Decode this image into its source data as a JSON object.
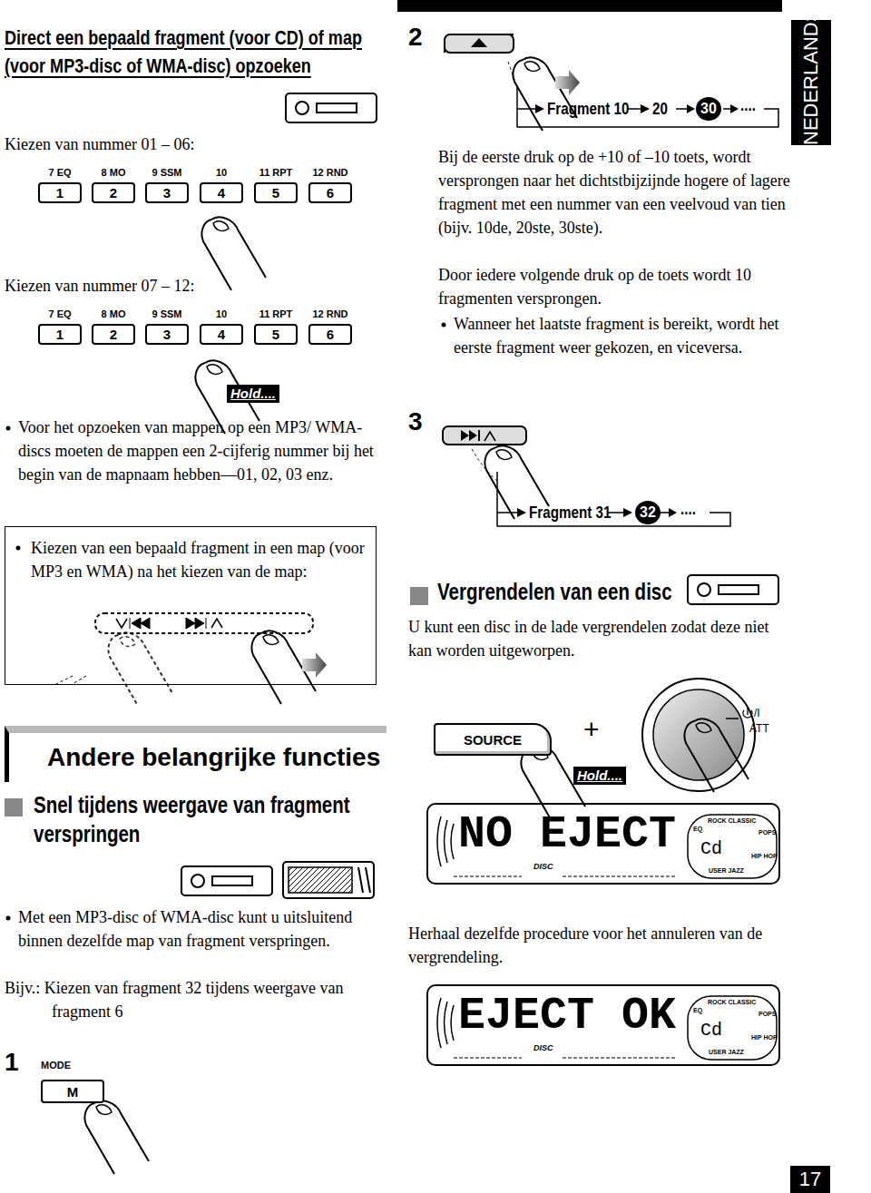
{
  "diagram": {
    "nodes": [
      {
        "text": [
          "1"
        ]
      },
      {
        "text": [
          "2"
        ]
      },
      {
        "text": [
          "3"
        ]
      },
      {
        "text": [
          "4"
        ]
      },
      {
        "text": [
          "5"
        ]
      },
      {
        "text": [
          "6"
        ]
      },
      {
        "text": [
          "1"
        ]
      },
      {
        "text": [
          "2"
        ]
      },
      {
        "text": [
          "3"
        ]
      },
      {
        "text": [
          "4"
        ]
      },
      {
        "text": [
          "5"
        ]
      },
      {
        "text": [
          "6"
        ]
      },
      {
        "text": [
          "Kiezen van een bepaald fragment in een map (voor MP3 en WMA) na het kiezen van de map:"
        ]
      },
      {
        "text": [
          "30"
        ]
      },
      {
        "text": [
          "32"
        ]
      },
      {
        "text": [
          "Andere belangrijke functies"
        ]
      },
      {
        "text": [
          "M"
        ]
      },
      {
        "text": [
          "SOURCE"
        ]
      },
      {
        "text": [
          "NO EJECT"
        ]
      },
      {
        "text": [
          "EJECT OK"
        ]
      }
    ],
    "labels": [
      "Direct een bepaald fragment (voor CD) of map (voor MP3-disc of WMA-disc) opzoeken",
      "Kiezen van nummer 01 – 06:",
      "7 EQ",
      "8 MO",
      "9 SSM",
      "10",
      "11 RPT",
      "12 RND",
      "Kiezen van nummer 07 – 12:",
      "7 EQ",
      "8 MO",
      "9 SSM",
      "10",
      "11 RPT",
      "12 RND",
      "Hold....",
      "Voor het opzoeken van mappen op een MP3/ WMA-discs moeten de mappen een 2-cijferig nummer bij het begin van de mapnaam hebben—01, 02, 03 enz.",
      "2",
      "Fragment 10",
      "20",
      "....",
      "Bij de eerste druk op de +10 of –10 toets, wordt versprongen naar het dichtstbijzijnde hogere of lagere fragment met een nummer van een veelvoud van tien (bijv. 10de, 20ste, 30ste).",
      "Door iedere volgende druk op de toets wordt 10 fragmenten versprongen.",
      "Wanneer het laatste fragment is bereikt, wordt het eerste fragment weer gekozen, en viceversa.",
      "NEDERLANDS",
      "3",
      "Fragment 31",
      "....",
      "Vergrendelen van een disc",
      "U kunt een disc in de lade vergrendelen zodat deze niet kan worden uitgeworpen.",
      "+",
      "/I",
      "ATT",
      "Hold....",
      "EQ",
      "ROCK CLASSIC",
      "POPS",
      "HIP HOP",
      "USER JAZZ",
      "DISC",
      "Cd",
      "Herhaal dezelfde procedure voor het annuleren van de vergrendeling.",
      "EQ",
      "ROCK CLASSIC",
      "POPS",
      "HIP HOP",
      "USER JAZZ",
      "DISC",
      "Cd",
      "Snel tijdens weergave van fragment verspringen",
      "Met een MP3-disc of WMA-disc kunt u uitsluitend binnen dezelfde map van fragment verspringen.",
      "Bijv.: Kiezen van fragment 32 tijdens weergave van fragment 6",
      "1",
      "MODE",
      "17"
    ]
  }
}
